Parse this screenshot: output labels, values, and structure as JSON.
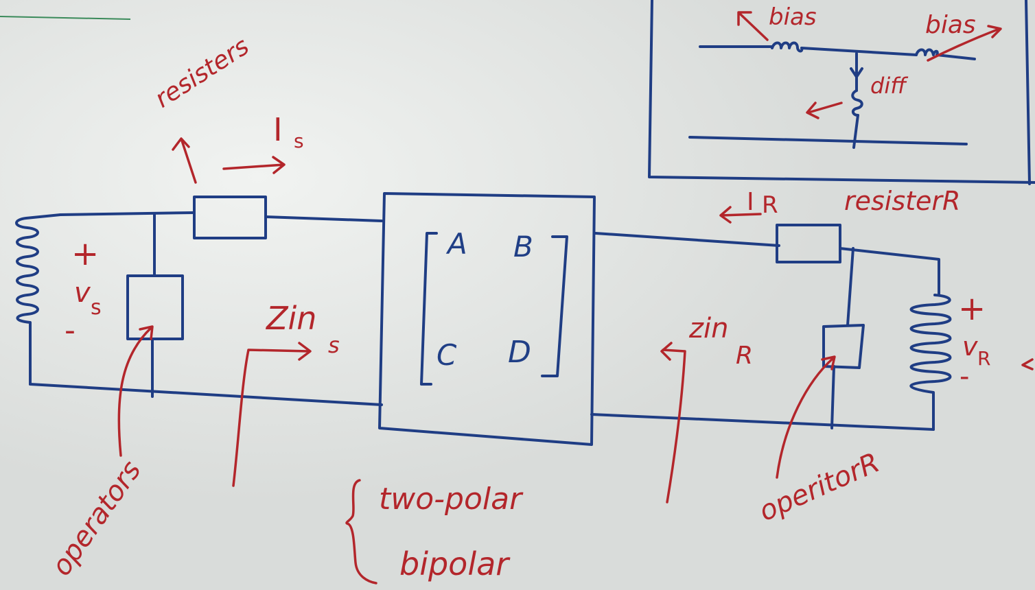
{
  "labels": {
    "resisters": "resisters",
    "i_s": "I",
    "i_s_sub": "s",
    "plus_s": "+",
    "v_s": "v",
    "v_s_sub": "s",
    "minus_s": "-",
    "zin_s": "Zin",
    "zin_s_sub": "s",
    "operators": "operators",
    "matrix_a": "A",
    "matrix_b": "B",
    "matrix_c": "C",
    "matrix_d": "D",
    "two_polar": "two-polar",
    "bipolar": "bipolar",
    "i_r": "I",
    "i_r_sub": "R",
    "resister_r": "resisterR",
    "zin_r": "zin",
    "zin_r_sub": "R",
    "plus_r": "+",
    "v_r": "v",
    "v_r_sub": "R",
    "minus_r": "-",
    "operator_r": "operitorR",
    "bias_left": "bias",
    "bias_right": "bias",
    "diff": "diff"
  },
  "colors": {
    "board": "#d9dcda",
    "ink_blue": "#1f3d84",
    "ink_red": "#b3262b"
  }
}
